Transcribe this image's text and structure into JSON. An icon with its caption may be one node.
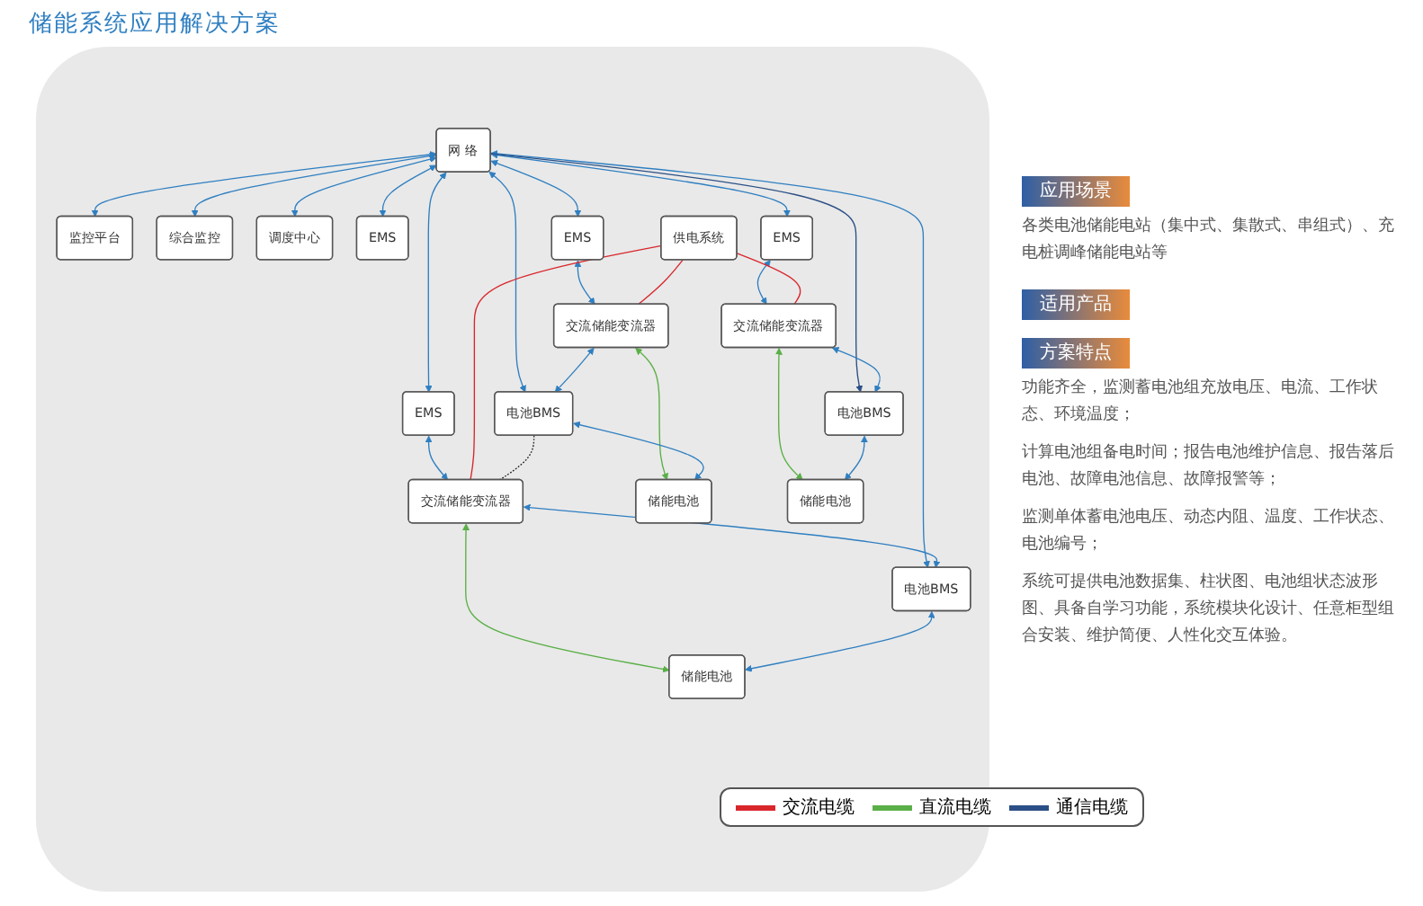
{
  "diagram": {
    "title": "储能系统应用解决方案",
    "nodes": [
      {
        "text": [
          "网 络"
        ]
      },
      {
        "text": [
          "监控平台"
        ]
      },
      {
        "text": [
          "综合监控"
        ]
      },
      {
        "text": [
          "调度中心"
        ]
      },
      {
        "text": [
          "EMS"
        ]
      },
      {
        "text": [
          "供电系统"
        ]
      },
      {
        "text": [
          "EMS"
        ]
      },
      {
        "text": [
          "EMS"
        ]
      },
      {
        "text": [
          "EMS"
        ]
      },
      {
        "text": [
          "交流储能变流器"
        ]
      },
      {
        "text": [
          "电池BMS"
        ]
      },
      {
        "text": [
          "交流储能变流器"
        ]
      },
      {
        "text": [
          "电池BMS"
        ]
      },
      {
        "text": [
          "交流储能变流器"
        ]
      },
      {
        "text": [
          "电池BMS"
        ]
      },
      {
        "text": [
          "储能电池"
        ]
      },
      {
        "text": [
          "储能电池"
        ]
      },
      {
        "text": [
          "储能电池"
        ]
      }
    ],
    "edges": [
      {
        "from": 0,
        "to": 1,
        "arrow": "both"
      },
      {
        "from": 0,
        "to": 2,
        "arrow": "both"
      },
      {
        "from": 0,
        "to": 3,
        "arrow": "both"
      },
      {
        "from": 0,
        "to": 4,
        "arrow": "both"
      },
      {
        "from": 0,
        "to": 6,
        "arrow": "both"
      },
      {
        "from": 0,
        "to": 7,
        "arrow": "both"
      },
      {
        "from": 0,
        "to": 8,
        "arrow": "both"
      },
      {
        "from": 0,
        "to": 10,
        "arrow": "both"
      },
      {
        "from": 0,
        "to": 12,
        "arrow": "both"
      },
      {
        "from": 0,
        "to": 14,
        "arrow": "to",
        "color": "#2b4f86"
      },
      {
        "from": 6,
        "to": 9,
        "arrow": "both"
      },
      {
        "from": 7,
        "to": 11,
        "arrow": "both"
      },
      {
        "from": 8,
        "to": 13,
        "arrow": "both"
      },
      {
        "from": 9,
        "to": 10,
        "arrow": "both"
      },
      {
        "from": 11,
        "to": 12,
        "arrow": "both"
      },
      {
        "from": 13,
        "to": 14,
        "arrow": "both"
      },
      {
        "from": 5,
        "to": 9,
        "arrow": "none",
        "color": "#d9262b"
      },
      {
        "from": 5,
        "to": 11,
        "arrow": "none",
        "color": "#d9262b"
      },
      {
        "from": 5,
        "to": 13,
        "arrow": "none",
        "color": "#d9262b"
      },
      {
        "from": 10,
        "to": 11,
        "arrow": "none",
        "style": "dashed",
        "color": "#222222"
      },
      {
        "from": 9,
        "to": 15,
        "arrow": "both",
        "color": "#5aaf46"
      },
      {
        "from": 11,
        "to": 16,
        "arrow": "both",
        "color": "#5aaf46"
      },
      {
        "from": 13,
        "to": 17,
        "arrow": "both",
        "color": "#5aaf46"
      },
      {
        "from": 10,
        "to": 15,
        "arrow": "both"
      },
      {
        "from": 12,
        "to": 16,
        "arrow": "both"
      },
      {
        "from": 14,
        "to": 17,
        "arrow": "both"
      }
    ],
    "labels": [
      "应用场景",
      "各类电池储能电站（集中式、集散式、串组式）、充电桩调峰储能电站等",
      "适用产品",
      "方案特点",
      "功能齐全，监测蓄电池组充放电压、电流、工作状态、环境温度；",
      "计算电池组备电时间；报告电池维护信息、报告落后电池、故障电池信息、故障报警等；",
      "监测单体蓄电池电压、动态内阻、温度、工作状态、电池编号；",
      "系统可提供电池数据集、柱状图、电池组状态波形图、具备自学习功能，系统模块化设计、任意柜型组合安装、维护简便、人性化交互体验。"
    ],
    "legend": [
      {
        "text": "交流电缆"
      },
      {
        "text": "直流电缆"
      },
      {
        "text": "通信电缆"
      }
    ]
  }
}
